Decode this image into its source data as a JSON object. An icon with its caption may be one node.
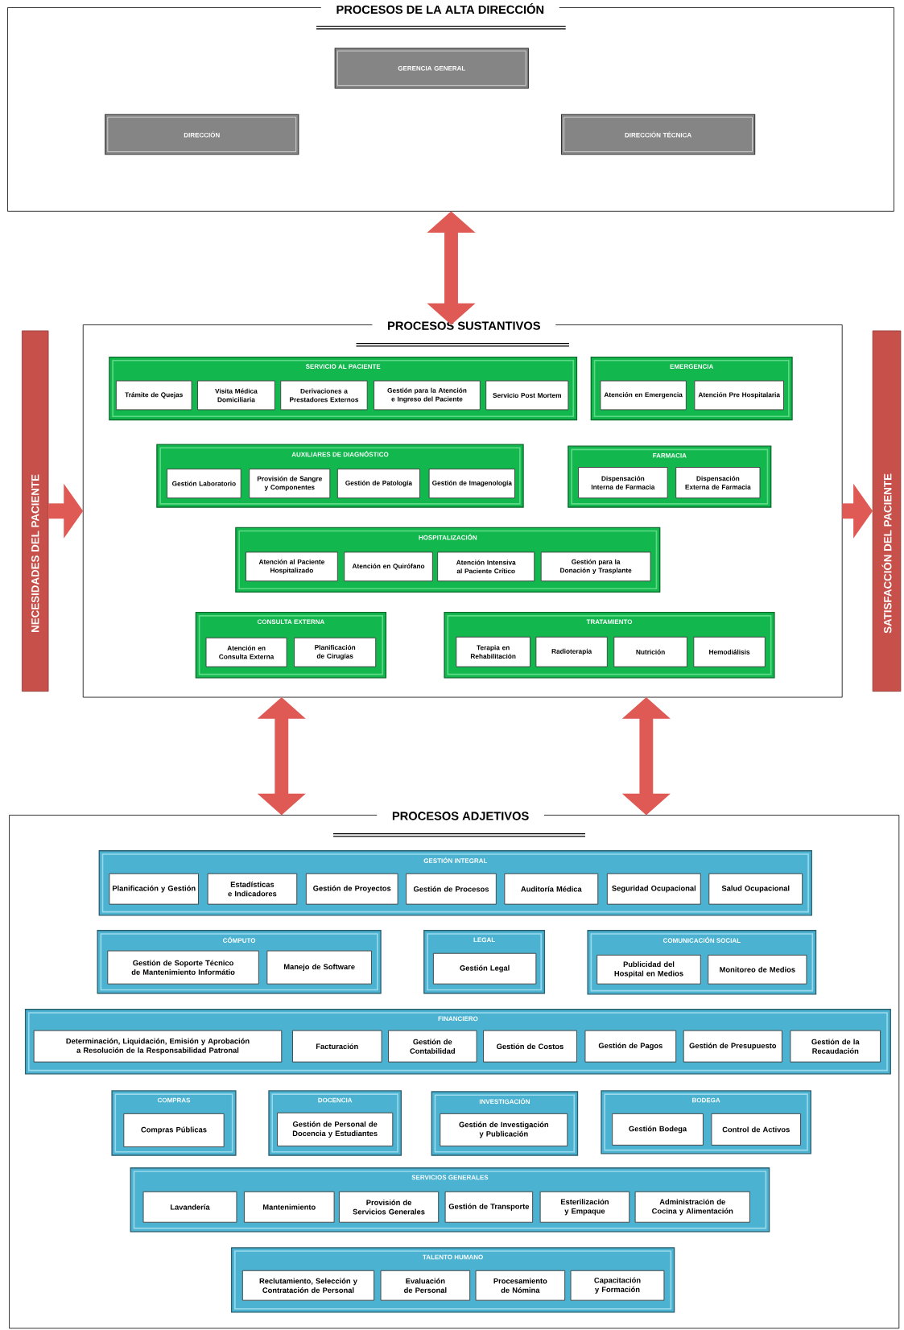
{
  "diagram": {
    "nodes": [
      {
        "text": [
          "PROCESOS DE LA ALTA DIRECCIÓN"
        ]
      },
      {
        "text": [
          "GERENCIA GENERAL"
        ],
        "in": 0
      },
      {
        "text": [
          "DIRECCIÓN"
        ],
        "in": 0
      },
      {
        "text": [
          "DIRECCIÓN TÉCNICA"
        ],
        "in": 0
      },
      {
        "text": [
          "NECESIDADES DEL PACIENTE"
        ]
      },
      {
        "text": [
          "PROCESOS SUSTANTIVOS"
        ]
      },
      {
        "text": [
          "SERVICIO AL PACIENTE"
        ],
        "in": 5
      },
      {
        "text": [
          "Trámite de Quejas"
        ],
        "in": 6
      },
      {
        "text": [
          "Visita Médica Domiciliaria"
        ],
        "in": 6
      },
      {
        "text": [
          "Derivaciones a Prestadores Externos"
        ],
        "in": 6
      },
      {
        "text": [
          "Gestión para la Atención e Ingreso del Paciente"
        ],
        "in": 6
      },
      {
        "text": [
          "Servicio Post Mortem"
        ],
        "in": 6
      },
      {
        "text": [
          "EMERGENCIA"
        ],
        "in": 5
      },
      {
        "text": [
          "Atención en Emergencia"
        ],
        "in": 12
      },
      {
        "text": [
          "Atención Pre Hospitalaria"
        ],
        "in": 12
      },
      {
        "text": [
          "AUXILIARES DE DIAGNÓSTICO"
        ],
        "in": 5
      },
      {
        "text": [
          "Gestión Laboratorio"
        ],
        "in": 15
      },
      {
        "text": [
          "Provisión de Sangre y Componentes"
        ],
        "in": 15
      },
      {
        "text": [
          "Gestión de Patología"
        ],
        "in": 15
      },
      {
        "text": [
          "Gestión de Imagenología"
        ],
        "in": 15
      },
      {
        "text": [
          "FARMACIA"
        ],
        "in": 5
      },
      {
        "text": [
          "Dispensación Interna de Farmacia"
        ],
        "in": 20
      },
      {
        "text": [
          "Dispensación Externa de Farmacia"
        ],
        "in": 20
      },
      {
        "text": [
          "HOSPITALIZACIÓN"
        ],
        "in": 5
      },
      {
        "text": [
          "Atención al Paciente Hospitalizado"
        ],
        "in": 23
      },
      {
        "text": [
          "Atención en Quirófano"
        ],
        "in": 23
      },
      {
        "text": [
          "Atención Intensiva al Paciente Crítico"
        ],
        "in": 23
      },
      {
        "text": [
          "Gestión para la Donación y Trasplante"
        ],
        "in": 23
      },
      {
        "text": [
          "CONSULTA EXTERNA"
        ],
        "in": 5
      },
      {
        "text": [
          "Atención en Consulta Externa"
        ],
        "in": 28
      },
      {
        "text": [
          "Planificación de Cirugías"
        ],
        "in": 28
      },
      {
        "text": [
          "TRATAMIENTO"
        ],
        "in": 5
      },
      {
        "text": [
          "Terapia en Rehabilitación"
        ],
        "in": 31
      },
      {
        "text": [
          "Radioterapia"
        ],
        "in": 31
      },
      {
        "text": [
          "Nutrición"
        ],
        "in": 31
      },
      {
        "text": [
          "Hemodiálisis"
        ],
        "in": 31
      },
      {
        "text": [
          "SATISFACCIÓN DEL PACIENTE"
        ]
      },
      {
        "text": [
          "PROCESOS ADJETIVOS"
        ]
      },
      {
        "text": [
          "GESTIÓN INTEGRAL"
        ],
        "in": 37
      },
      {
        "text": [
          "Planificación y Gestión"
        ],
        "in": 38
      },
      {
        "text": [
          "Estadísticas e Indicadores"
        ],
        "in": 38
      },
      {
        "text": [
          "Gestión de Proyectos"
        ],
        "in": 38
      },
      {
        "text": [
          "Gestión de Procesos"
        ],
        "in": 38
      },
      {
        "text": [
          "Auditoría Médica"
        ],
        "in": 38
      },
      {
        "text": [
          "Seguridad Ocupacional"
        ],
        "in": 38
      },
      {
        "text": [
          "Salud Ocupacional"
        ],
        "in": 38
      },
      {
        "text": [
          "CÓMPUTO"
        ],
        "in": 37
      },
      {
        "text": [
          "Gestión de Soporte Técnico de Mantenimiento Informátio"
        ],
        "in": 46
      },
      {
        "text": [
          "Manejo de Software"
        ],
        "in": 46
      },
      {
        "text": [
          "LEGAL"
        ],
        "in": 37
      },
      {
        "text": [
          "Gestión Legal"
        ],
        "in": 49
      },
      {
        "text": [
          "COMUNICACIÓN SOCIAL"
        ],
        "in": 37
      },
      {
        "text": [
          "Publicidad del Hospital en Medios"
        ],
        "in": 51
      },
      {
        "text": [
          "Monitoreo de Medios"
        ],
        "in": 51
      },
      {
        "text": [
          "FINANCIERO"
        ],
        "in": 37
      },
      {
        "text": [
          "Determinación, Liquidación, Emisión y Aprobación a Resolución de la Responsabilidad Patronal"
        ],
        "in": 54
      },
      {
        "text": [
          "Facturación"
        ],
        "in": 54
      },
      {
        "text": [
          "Gestión de Contabilidad"
        ],
        "in": 54
      },
      {
        "text": [
          "Gestión de Costos"
        ],
        "in": 54
      },
      {
        "text": [
          "Gestión de Pagos"
        ],
        "in": 54
      },
      {
        "text": [
          "Gestión de Presupuesto"
        ],
        "in": 54
      },
      {
        "text": [
          "Gestión de la Recaudación"
        ],
        "in": 54
      },
      {
        "text": [
          "COMPRAS"
        ],
        "in": 37
      },
      {
        "text": [
          "Compras Públicas"
        ],
        "in": 62
      },
      {
        "text": [
          "DOCENCIA"
        ],
        "in": 37
      },
      {
        "text": [
          "Gestión de Personal de Docencia y Estudiantes"
        ],
        "in": 64
      },
      {
        "text": [
          "INVESTIGACIÓN"
        ],
        "in": 37
      },
      {
        "text": [
          "Gestión de Investigación y Publicación"
        ],
        "in": 66
      },
      {
        "text": [
          "BODEGA"
        ],
        "in": 37
      },
      {
        "text": [
          "Gestión Bodega"
        ],
        "in": 68
      },
      {
        "text": [
          "Control de Activos"
        ],
        "in": 68
      },
      {
        "text": [
          "SERVICIOS GENERALES"
        ],
        "in": 37
      },
      {
        "text": [
          "Lavandería"
        ],
        "in": 71
      },
      {
        "text": [
          "Mantenimiento"
        ],
        "in": 71
      },
      {
        "text": [
          "Provisión de Servicios Generales"
        ],
        "in": 71
      },
      {
        "text": [
          "Gestión de Transporte"
        ],
        "in": 71
      },
      {
        "text": [
          "Esterilización y Empaque"
        ],
        "in": 71
      },
      {
        "text": [
          "Administración de Cocina y Alimentación"
        ],
        "in": 71
      },
      {
        "text": [
          "TALENTO HUMANO"
        ],
        "in": 37
      },
      {
        "text": [
          "Reclutamiento, Selección y Contratación de Personal"
        ],
        "in": 78
      },
      {
        "text": [
          "Evaluación de Personal"
        ],
        "in": 78
      },
      {
        "text": [
          "Procesamiento de Nómina"
        ],
        "in": 78
      },
      {
        "text": [
          "Capacitación y Formación"
        ],
        "in": 78
      }
    ],
    "edges": [
      {
        "from": 0,
        "to": 5,
        "arrow": "both"
      },
      {
        "from": 4,
        "to": 5,
        "arrow": "to"
      },
      {
        "from": 5,
        "to": 36,
        "arrow": "to"
      },
      {
        "from": 5,
        "to": 37,
        "arrow": "both"
      },
      {
        "from": 5,
        "to": 37,
        "arrow": "both"
      }
    ]
  }
}
